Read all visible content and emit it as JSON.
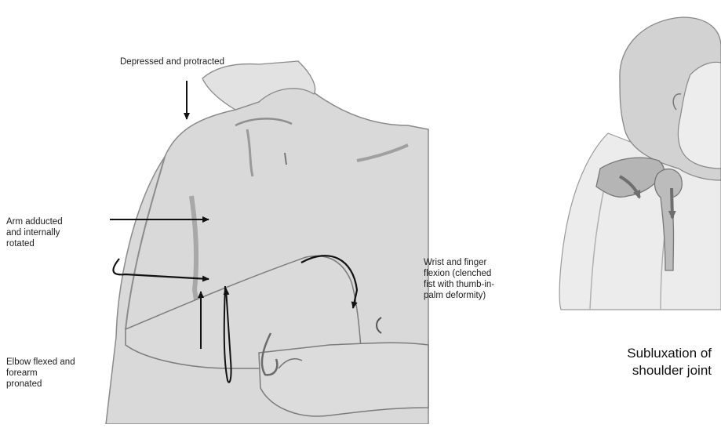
{
  "left_figure": {
    "labels": {
      "shoulder": "Depressed and protracted",
      "arm": "Arm adducted\nand internally\nrotated",
      "wrist": "Wrist and finger\nflexion (clenched\nfist with thumb-in-\npalm deformity)",
      "elbow": "Elbow flexed and\nforearm\npronated"
    }
  },
  "right_figure": {
    "caption": "Subluxation of\nshoulder joint"
  },
  "colors": {
    "skin": "#d9d9d9",
    "skin_shadow": "#a8a8a8",
    "outline": "#6e6e6e",
    "arrow": "#111111",
    "bone": "#b5b5b5",
    "bone_arrow": "#6f6f6f"
  }
}
